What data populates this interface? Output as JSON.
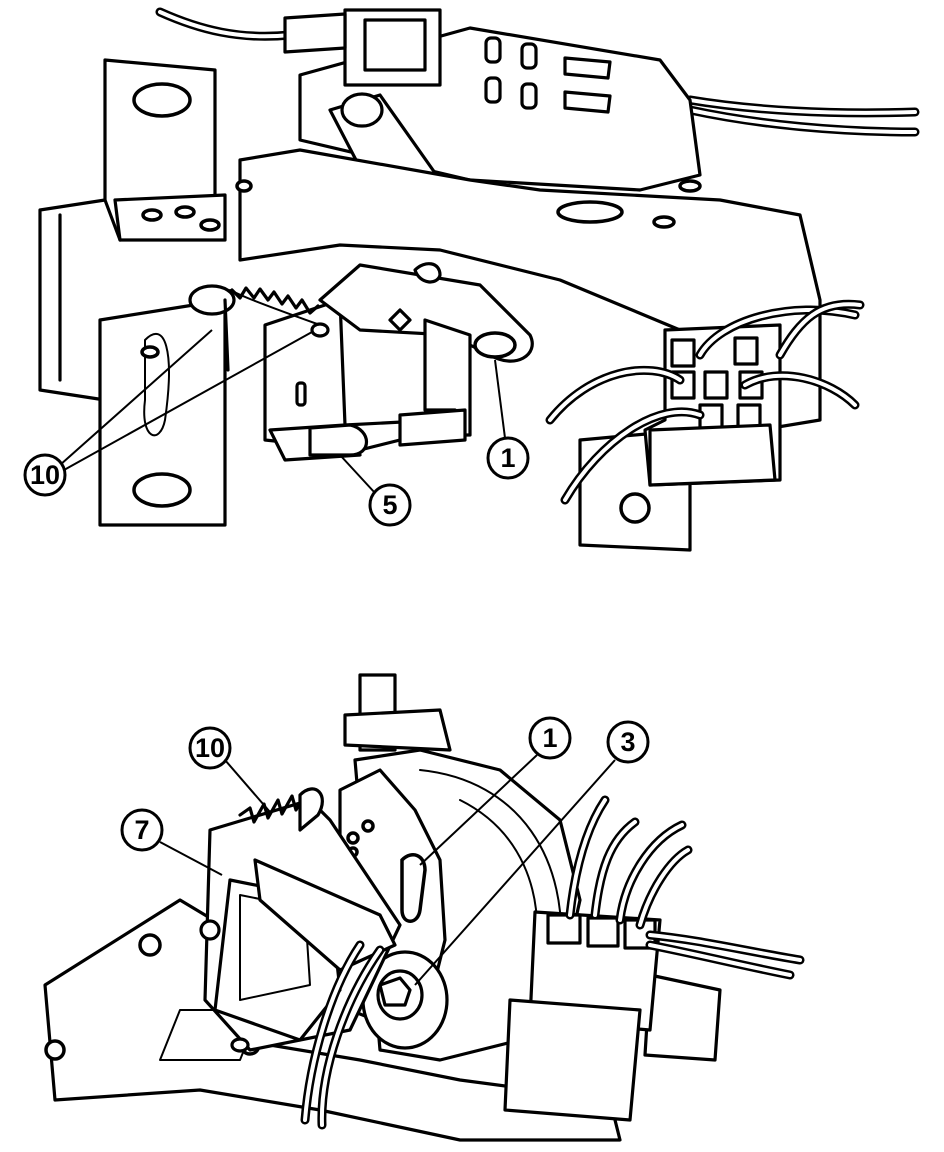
{
  "figures": [
    {
      "callouts": [
        {
          "label": "10"
        },
        {
          "label": "5"
        },
        {
          "label": "1"
        }
      ]
    },
    {
      "callouts": [
        {
          "label": "10"
        },
        {
          "label": "7"
        },
        {
          "label": "1"
        },
        {
          "label": "3"
        }
      ]
    }
  ]
}
